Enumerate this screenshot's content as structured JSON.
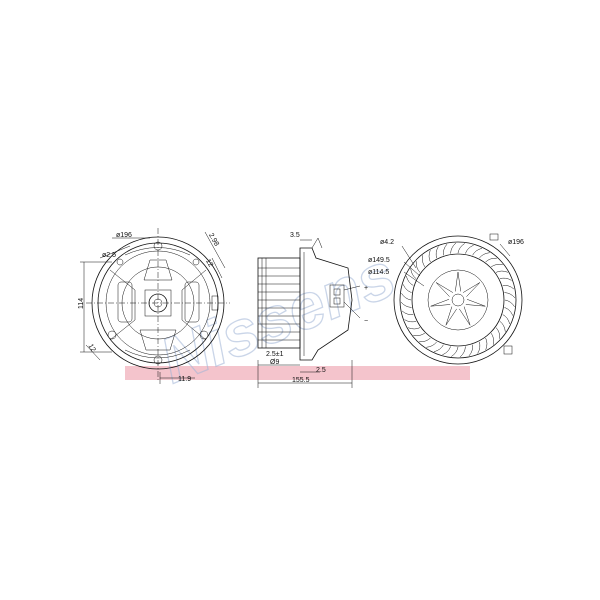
{
  "watermark": {
    "text": "Nissens",
    "color": "#9fb4d6"
  },
  "band_color": "#f4c4cc",
  "views": {
    "front": {
      "dims": {
        "outer_diameter": "ø196",
        "hole_diameter": "ø2.5",
        "height": "114",
        "angle_dim": "2.98",
        "slot": "12",
        "offset": "12",
        "bottom": "11.9"
      }
    },
    "side": {
      "dims": {
        "top_width": "3.5",
        "motor_a": "2.5±1",
        "motor_b": "Ø9",
        "small": "2.5",
        "overall_length": "155.5"
      },
      "polarity": {
        "plus": "+",
        "minus": "−"
      }
    },
    "rear": {
      "dims": {
        "d_small": "ø4.2",
        "d_mid": "ø149.5",
        "d_inner": "ø114.5",
        "d_outer": "ø196"
      }
    }
  }
}
